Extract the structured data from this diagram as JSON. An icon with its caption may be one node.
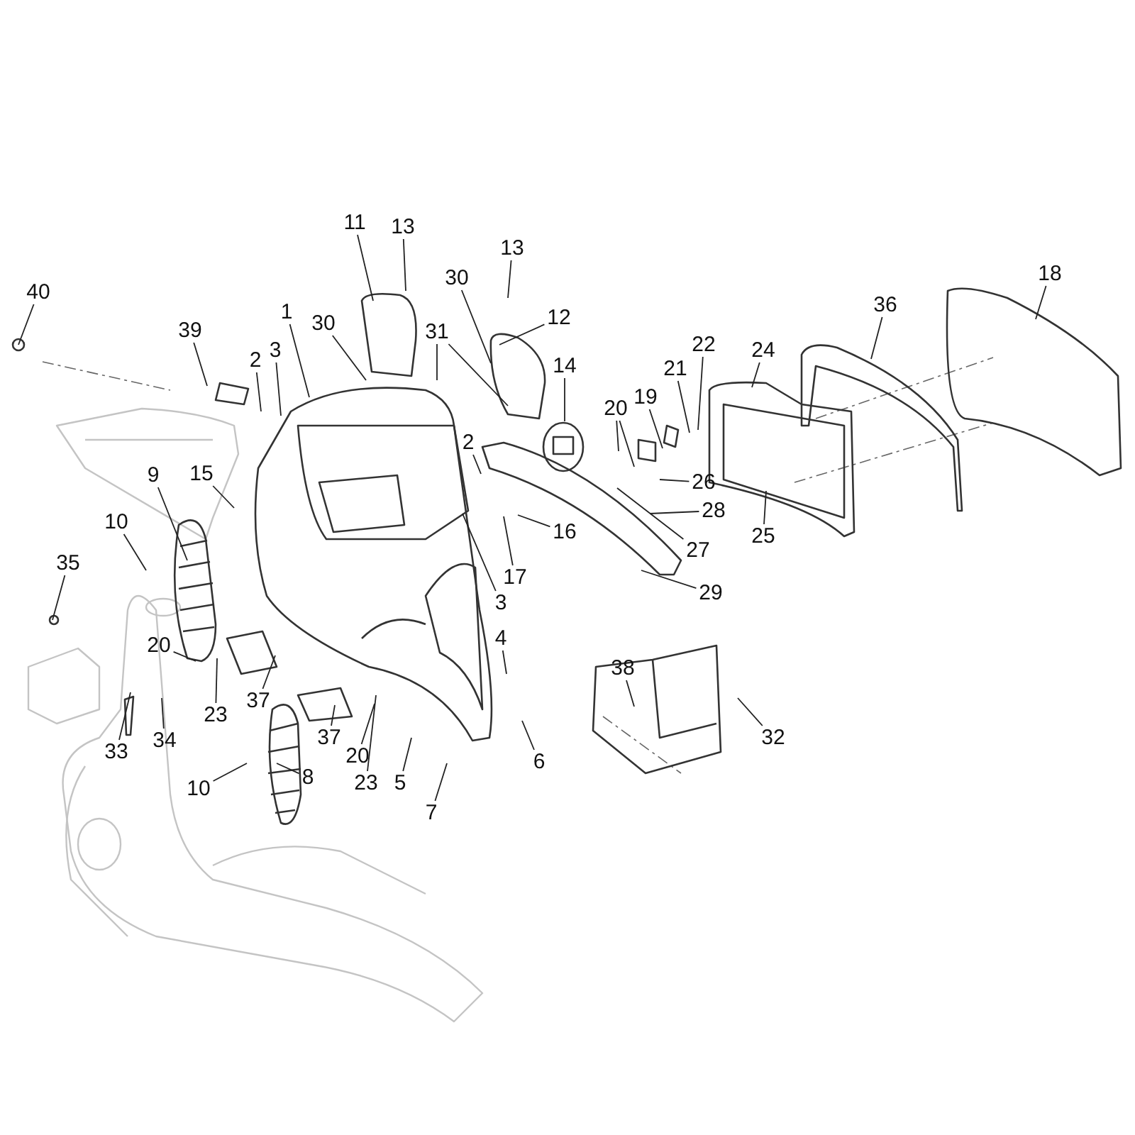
{
  "diagram": {
    "nodes": [
      {
        "text": [
          "11"
        ]
      },
      {
        "text": [
          "13"
        ]
      },
      {
        "text": [
          "13"
        ]
      },
      {
        "text": [
          "18"
        ]
      },
      {
        "text": [
          "40"
        ]
      },
      {
        "text": [
          "30"
        ]
      },
      {
        "text": [
          "12"
        ]
      },
      {
        "text": [
          "36"
        ]
      },
      {
        "text": [
          "1"
        ]
      },
      {
        "text": [
          "30"
        ]
      },
      {
        "text": [
          "39"
        ]
      },
      {
        "text": [
          "31"
        ]
      },
      {
        "text": [
          "22"
        ]
      },
      {
        "text": [
          "24"
        ]
      },
      {
        "text": [
          "3"
        ]
      },
      {
        "text": [
          "2"
        ]
      },
      {
        "text": [
          "14"
        ]
      },
      {
        "text": [
          "21"
        ]
      },
      {
        "text": [
          "19"
        ]
      },
      {
        "text": [
          "20"
        ]
      },
      {
        "text": [
          "2"
        ]
      },
      {
        "text": [
          "15"
        ]
      },
      {
        "text": [
          "9"
        ]
      },
      {
        "text": [
          "26"
        ]
      },
      {
        "text": [
          "28"
        ]
      },
      {
        "text": [
          "10"
        ]
      },
      {
        "text": [
          "16"
        ]
      },
      {
        "text": [
          "25"
        ]
      },
      {
        "text": [
          "27"
        ]
      },
      {
        "text": [
          "35"
        ]
      },
      {
        "text": [
          "17"
        ]
      },
      {
        "text": [
          "29"
        ]
      },
      {
        "text": [
          "3"
        ]
      },
      {
        "text": [
          "4"
        ]
      },
      {
        "text": [
          "20"
        ]
      },
      {
        "text": [
          "38"
        ]
      },
      {
        "text": [
          "37"
        ]
      },
      {
        "text": [
          "23"
        ]
      },
      {
        "text": [
          "34"
        ]
      },
      {
        "text": [
          "32"
        ]
      },
      {
        "text": [
          "37"
        ]
      },
      {
        "text": [
          "33"
        ]
      },
      {
        "text": [
          "20"
        ]
      },
      {
        "text": [
          "6"
        ]
      },
      {
        "text": [
          "8"
        ]
      },
      {
        "text": [
          "23"
        ]
      },
      {
        "text": [
          "5"
        ]
      },
      {
        "text": [
          "10"
        ]
      },
      {
        "text": [
          "7"
        ]
      }
    ],
    "edges": [
      {
        "from": 0,
        "to": null,
        "arrow": "none"
      },
      {
        "from": 1,
        "to": null,
        "arrow": "none"
      },
      {
        "from": 2,
        "to": null,
        "arrow": "none"
      },
      {
        "from": 3,
        "to": null,
        "arrow": "none"
      },
      {
        "from": 4,
        "to": null,
        "arrow": "none"
      },
      {
        "from": 5,
        "to": null,
        "arrow": "none"
      },
      {
        "from": 6,
        "to": null,
        "arrow": "none"
      },
      {
        "from": 7,
        "to": null,
        "arrow": "none"
      },
      {
        "from": 8,
        "to": null,
        "arrow": "none"
      },
      {
        "from": 9,
        "to": null,
        "arrow": "none"
      },
      {
        "from": 10,
        "to": null,
        "arrow": "none"
      },
      {
        "from": 11,
        "to": null,
        "arrow": "none"
      },
      {
        "from": 12,
        "to": null,
        "arrow": "none"
      },
      {
        "from": 13,
        "to": null,
        "arrow": "none"
      },
      {
        "from": 14,
        "to": null,
        "arrow": "none"
      },
      {
        "from": 15,
        "to": null,
        "arrow": "none"
      },
      {
        "from": 16,
        "to": null,
        "arrow": "none"
      },
      {
        "from": 17,
        "to": null,
        "arrow": "none"
      },
      {
        "from": 18,
        "to": null,
        "arrow": "none"
      },
      {
        "from": 19,
        "to": null,
        "arrow": "none"
      },
      {
        "from": 20,
        "to": null,
        "arrow": "none"
      },
      {
        "from": 21,
        "to": null,
        "arrow": "none"
      },
      {
        "from": 22,
        "to": null,
        "arrow": "none"
      },
      {
        "from": 23,
        "to": null,
        "arrow": "none"
      },
      {
        "from": 24,
        "to": null,
        "arrow": "none"
      },
      {
        "from": 25,
        "to": null,
        "arrow": "none"
      },
      {
        "from": 26,
        "to": null,
        "arrow": "none"
      },
      {
        "from": 27,
        "to": null,
        "arrow": "none"
      },
      {
        "from": 28,
        "to": null,
        "arrow": "none"
      },
      {
        "from": 29,
        "to": null,
        "arrow": "none"
      },
      {
        "from": 30,
        "to": null,
        "arrow": "none"
      },
      {
        "from": 31,
        "to": null,
        "arrow": "none"
      },
      {
        "from": 32,
        "to": null,
        "arrow": "none"
      },
      {
        "from": 33,
        "to": null,
        "arrow": "none"
      },
      {
        "from": 34,
        "to": null,
        "arrow": "none"
      },
      {
        "from": 35,
        "to": null,
        "arrow": "none"
      },
      {
        "from": 36,
        "to": null,
        "arrow": "none"
      },
      {
        "from": 37,
        "to": null,
        "arrow": "none"
      },
      {
        "from": 38,
        "to": null,
        "arrow": "none"
      },
      {
        "from": 39,
        "to": null,
        "arrow": "none"
      },
      {
        "from": 40,
        "to": null,
        "arrow": "none"
      },
      {
        "from": 41,
        "to": null,
        "arrow": "none"
      },
      {
        "from": 42,
        "to": null,
        "arrow": "none"
      },
      {
        "from": 43,
        "to": null,
        "arrow": "none"
      },
      {
        "from": 44,
        "to": null,
        "arrow": "none"
      },
      {
        "from": 45,
        "to": null,
        "arrow": "none"
      },
      {
        "from": 46,
        "to": null,
        "arrow": "none"
      },
      {
        "from": 47,
        "to": null,
        "arrow": "none"
      },
      {
        "from": 48,
        "to": null,
        "arrow": "none"
      },
      {
        "from": 11,
        "to": null,
        "arrow": "none"
      },
      {
        "from": 19,
        "to": null,
        "arrow": "none"
      }
    ]
  }
}
